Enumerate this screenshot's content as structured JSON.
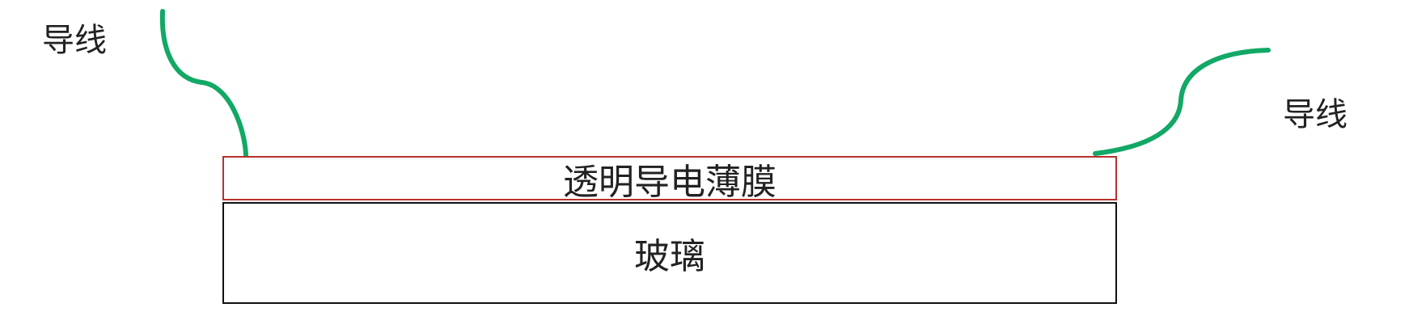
{
  "diagram": {
    "wire_left_label": "导线",
    "wire_right_label": "导线",
    "film_label": "透明导电薄膜",
    "glass_label": "玻璃"
  },
  "colors": {
    "wire": "#12a866",
    "film_border": "#b8312b",
    "glass_border": "#111111"
  }
}
